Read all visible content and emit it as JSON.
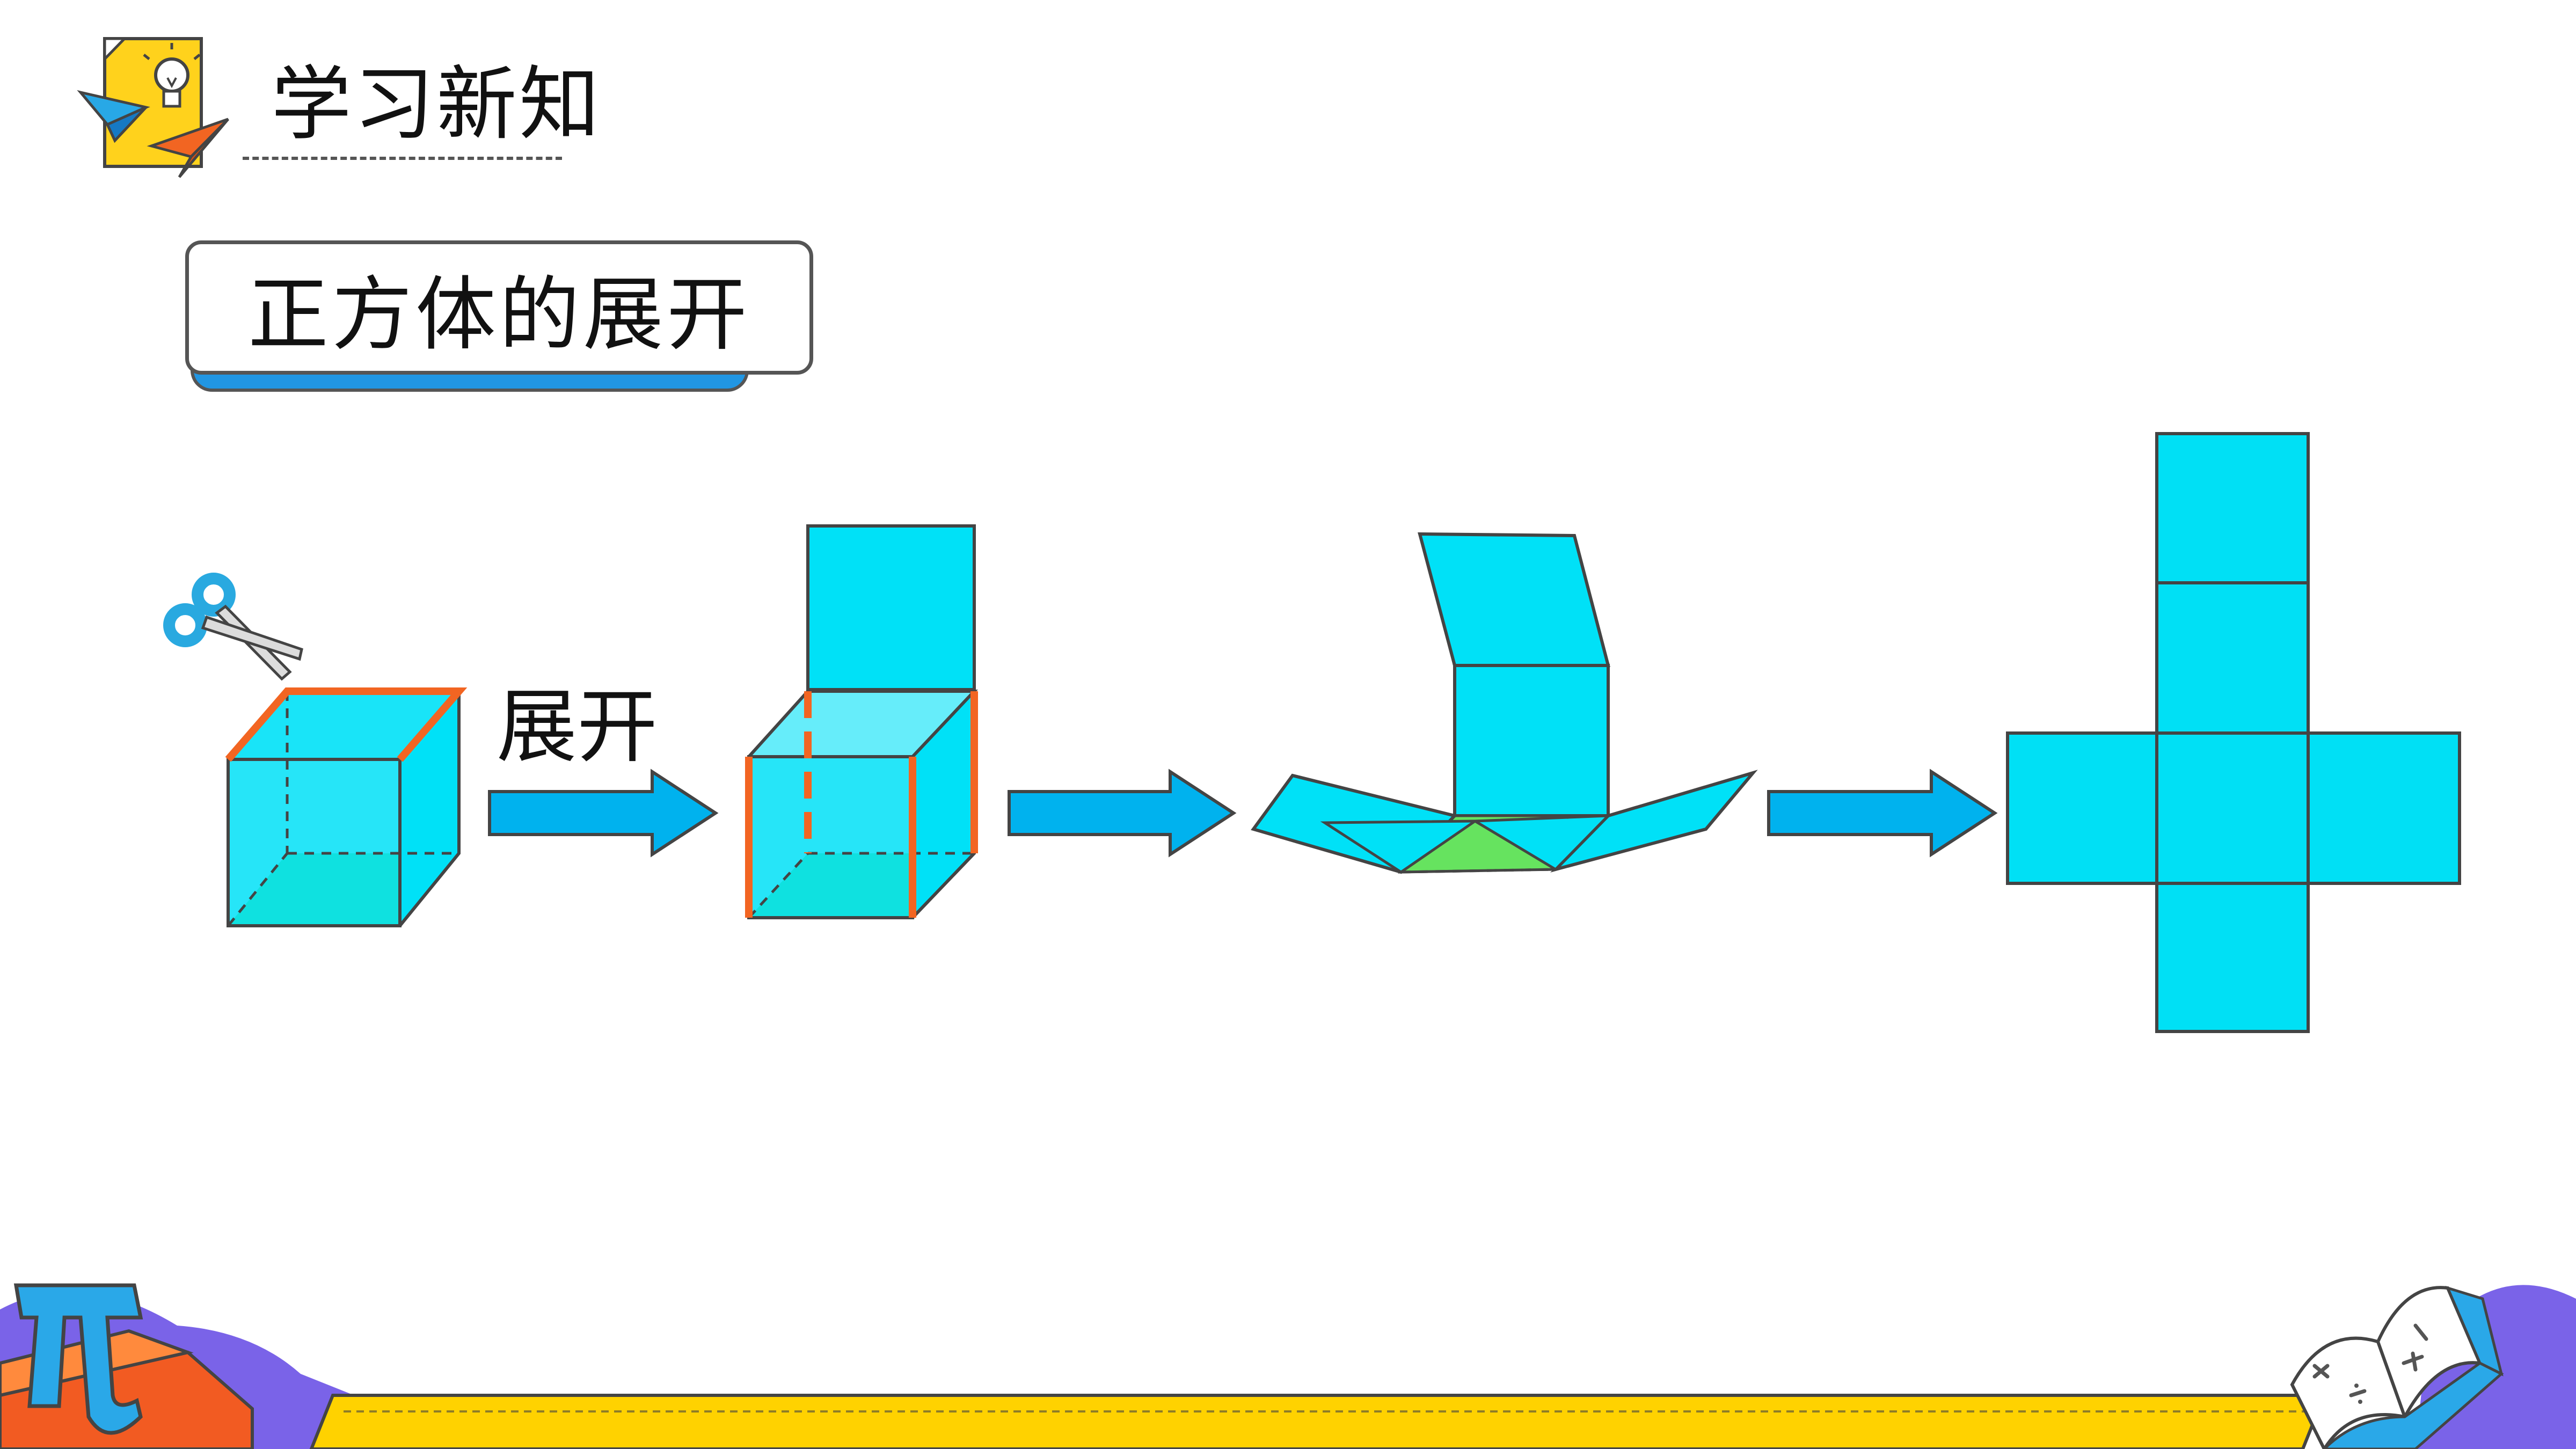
{
  "header": {
    "section_title": "学习新知"
  },
  "topic": {
    "title": "正方体的展开"
  },
  "diagram": {
    "unfold_label": "展开"
  },
  "colors": {
    "face_cyan": "#00e1f7",
    "net_cyan": "#00e0f5",
    "bottom_green": "#66e35f",
    "cut_orange": "#f26522",
    "arrow_blue": "#00b2ee",
    "footer_yellow": "#ffd200",
    "footer_purple": "#7a63e8",
    "pi_blue": "#2aa8e8"
  },
  "icons": [
    "lightbulb-icon",
    "paper-plane-icon",
    "scissors-icon",
    "pi-symbol-icon",
    "open-book-icon"
  ]
}
